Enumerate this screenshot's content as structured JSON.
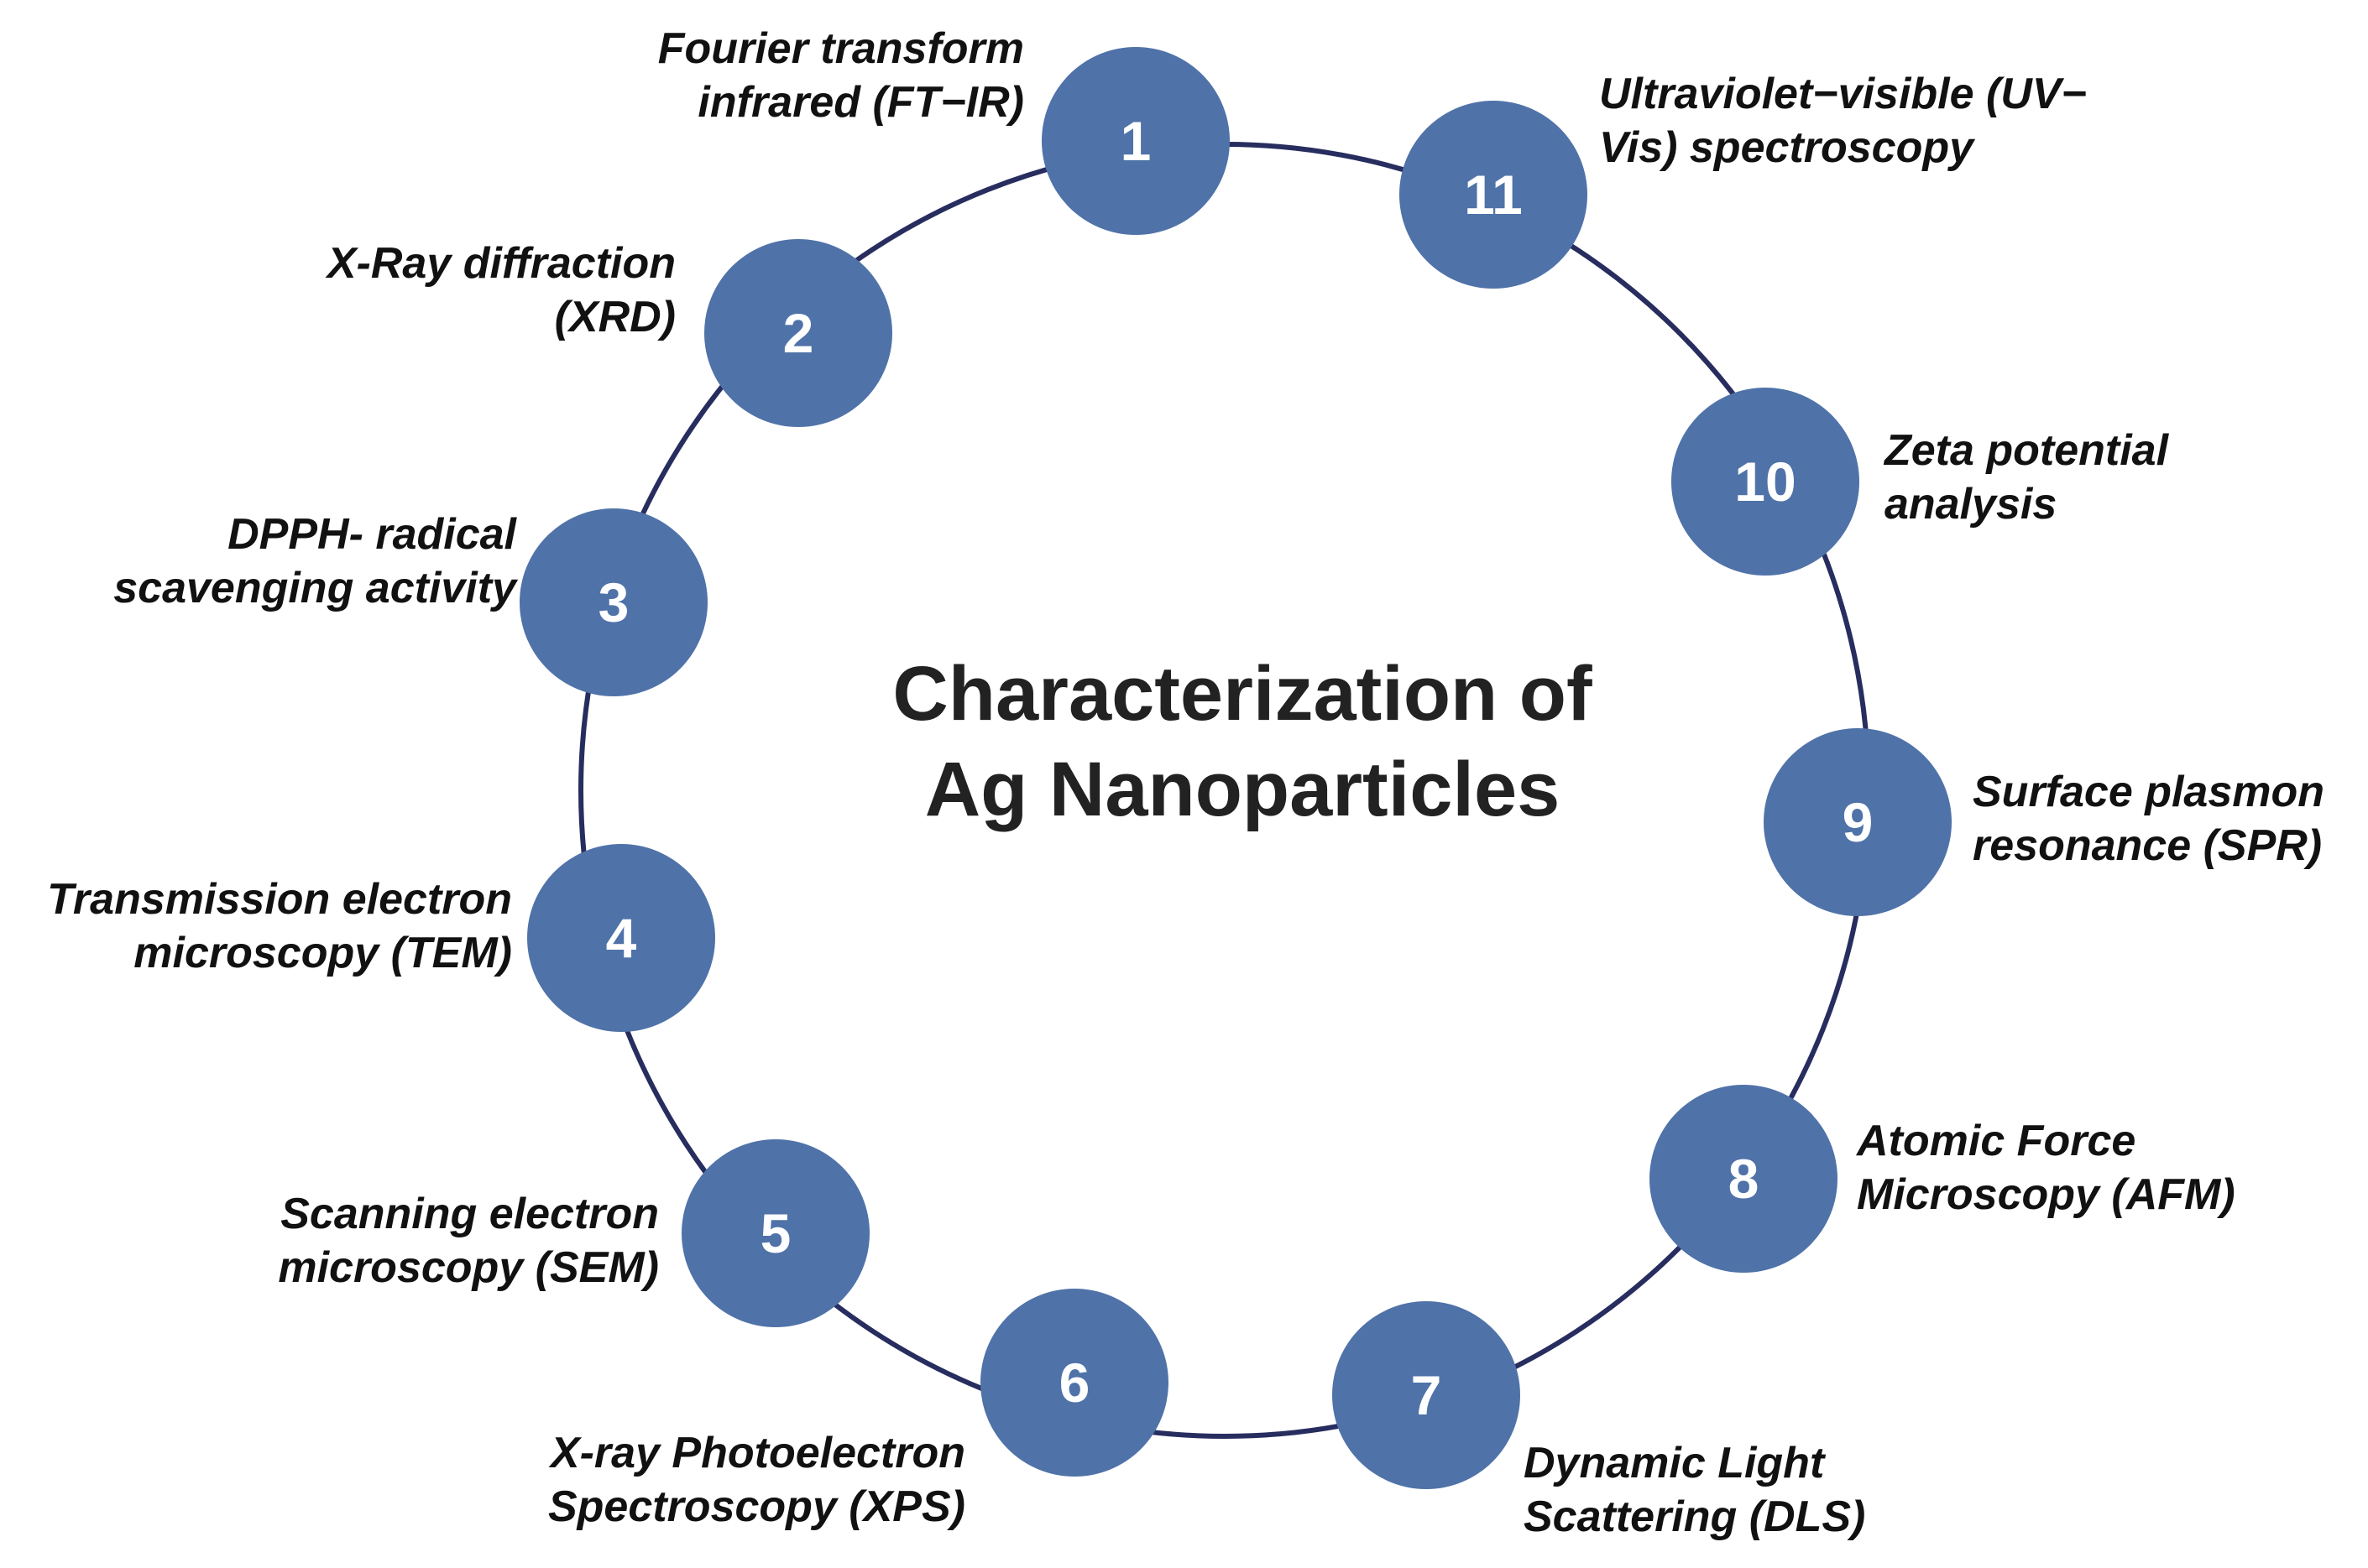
{
  "title": [
    "Characterization of",
    "Ag Nanoparticles"
  ],
  "colors": {
    "node_fill": "#4f72a8",
    "ring": "#272d5e",
    "node_text": "#ffffff",
    "label_text": "#111111",
    "title_text": "#222222"
  },
  "nodes": [
    {
      "number": "1",
      "label": [
        "Fourier transform",
        "infrared (FT−IR)"
      ]
    },
    {
      "number": "2",
      "label": [
        "X-Ray diffraction",
        "(XRD)"
      ]
    },
    {
      "number": "3",
      "label": [
        "DPPH- radical",
        "scavenging activity"
      ]
    },
    {
      "number": "4",
      "label": [
        "Transmission electron",
        "microscopy (TEM)"
      ]
    },
    {
      "number": "5",
      "label": [
        "Scanning electron",
        "microscopy (SEM)"
      ]
    },
    {
      "number": "6",
      "label": [
        "X-ray Photoelectron",
        "Spectroscopy (XPS)"
      ]
    },
    {
      "number": "7",
      "label": [
        "Dynamic Light",
        "Scattering (DLS)"
      ]
    },
    {
      "number": "8",
      "label": [
        "Atomic Force",
        "Microscopy (AFM)"
      ]
    },
    {
      "number": "9",
      "label": [
        "Surface plasmon",
        "resonance (SPR)"
      ]
    },
    {
      "number": "10",
      "label": [
        "Zeta potential",
        "analysis"
      ]
    },
    {
      "number": "11",
      "label": [
        "Ultraviolet−visible (UV−",
        "Vis) spectroscopy"
      ]
    }
  ]
}
